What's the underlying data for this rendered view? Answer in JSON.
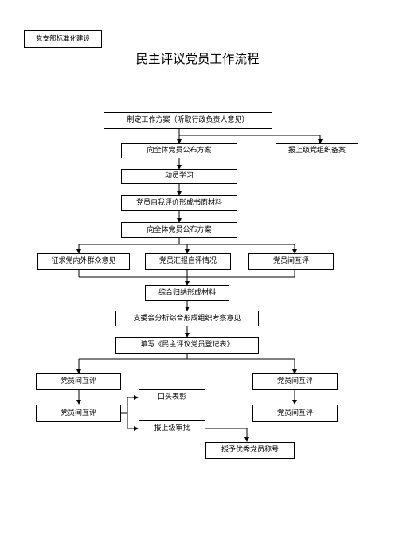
{
  "header": {
    "tag": "党支部标准化建设",
    "title": "民主评议党员工作流程"
  },
  "flow": {
    "step_plan": "制定工作方案（听取行政负责人意见）",
    "step_publish_all": "向全体党员公布方案",
    "step_report_record": "报上级党组织备案",
    "step_mobilize": "动员学习",
    "step_self_eval": "党员自我评价形成书面材料",
    "step_publish_all_2": "向全体党员公布方案",
    "step_solicit": "征求党内外群众意见",
    "step_self_report": "党员汇报自评情况",
    "step_mutual_eval": "党员间互评",
    "step_summarize": "综合归纳形成材料",
    "step_committee": "支委会分析综合形成组织考察意见",
    "step_register": "填写《民主评议党员登记表》",
    "left_upper": "党员间互评",
    "left_lower": "党员间互评",
    "right_upper": "党员间互评",
    "right_lower": "党员间互评",
    "oral_praise": "口头表彰",
    "report_approve": "报上级审批",
    "award": "授予优秀党员称号"
  }
}
